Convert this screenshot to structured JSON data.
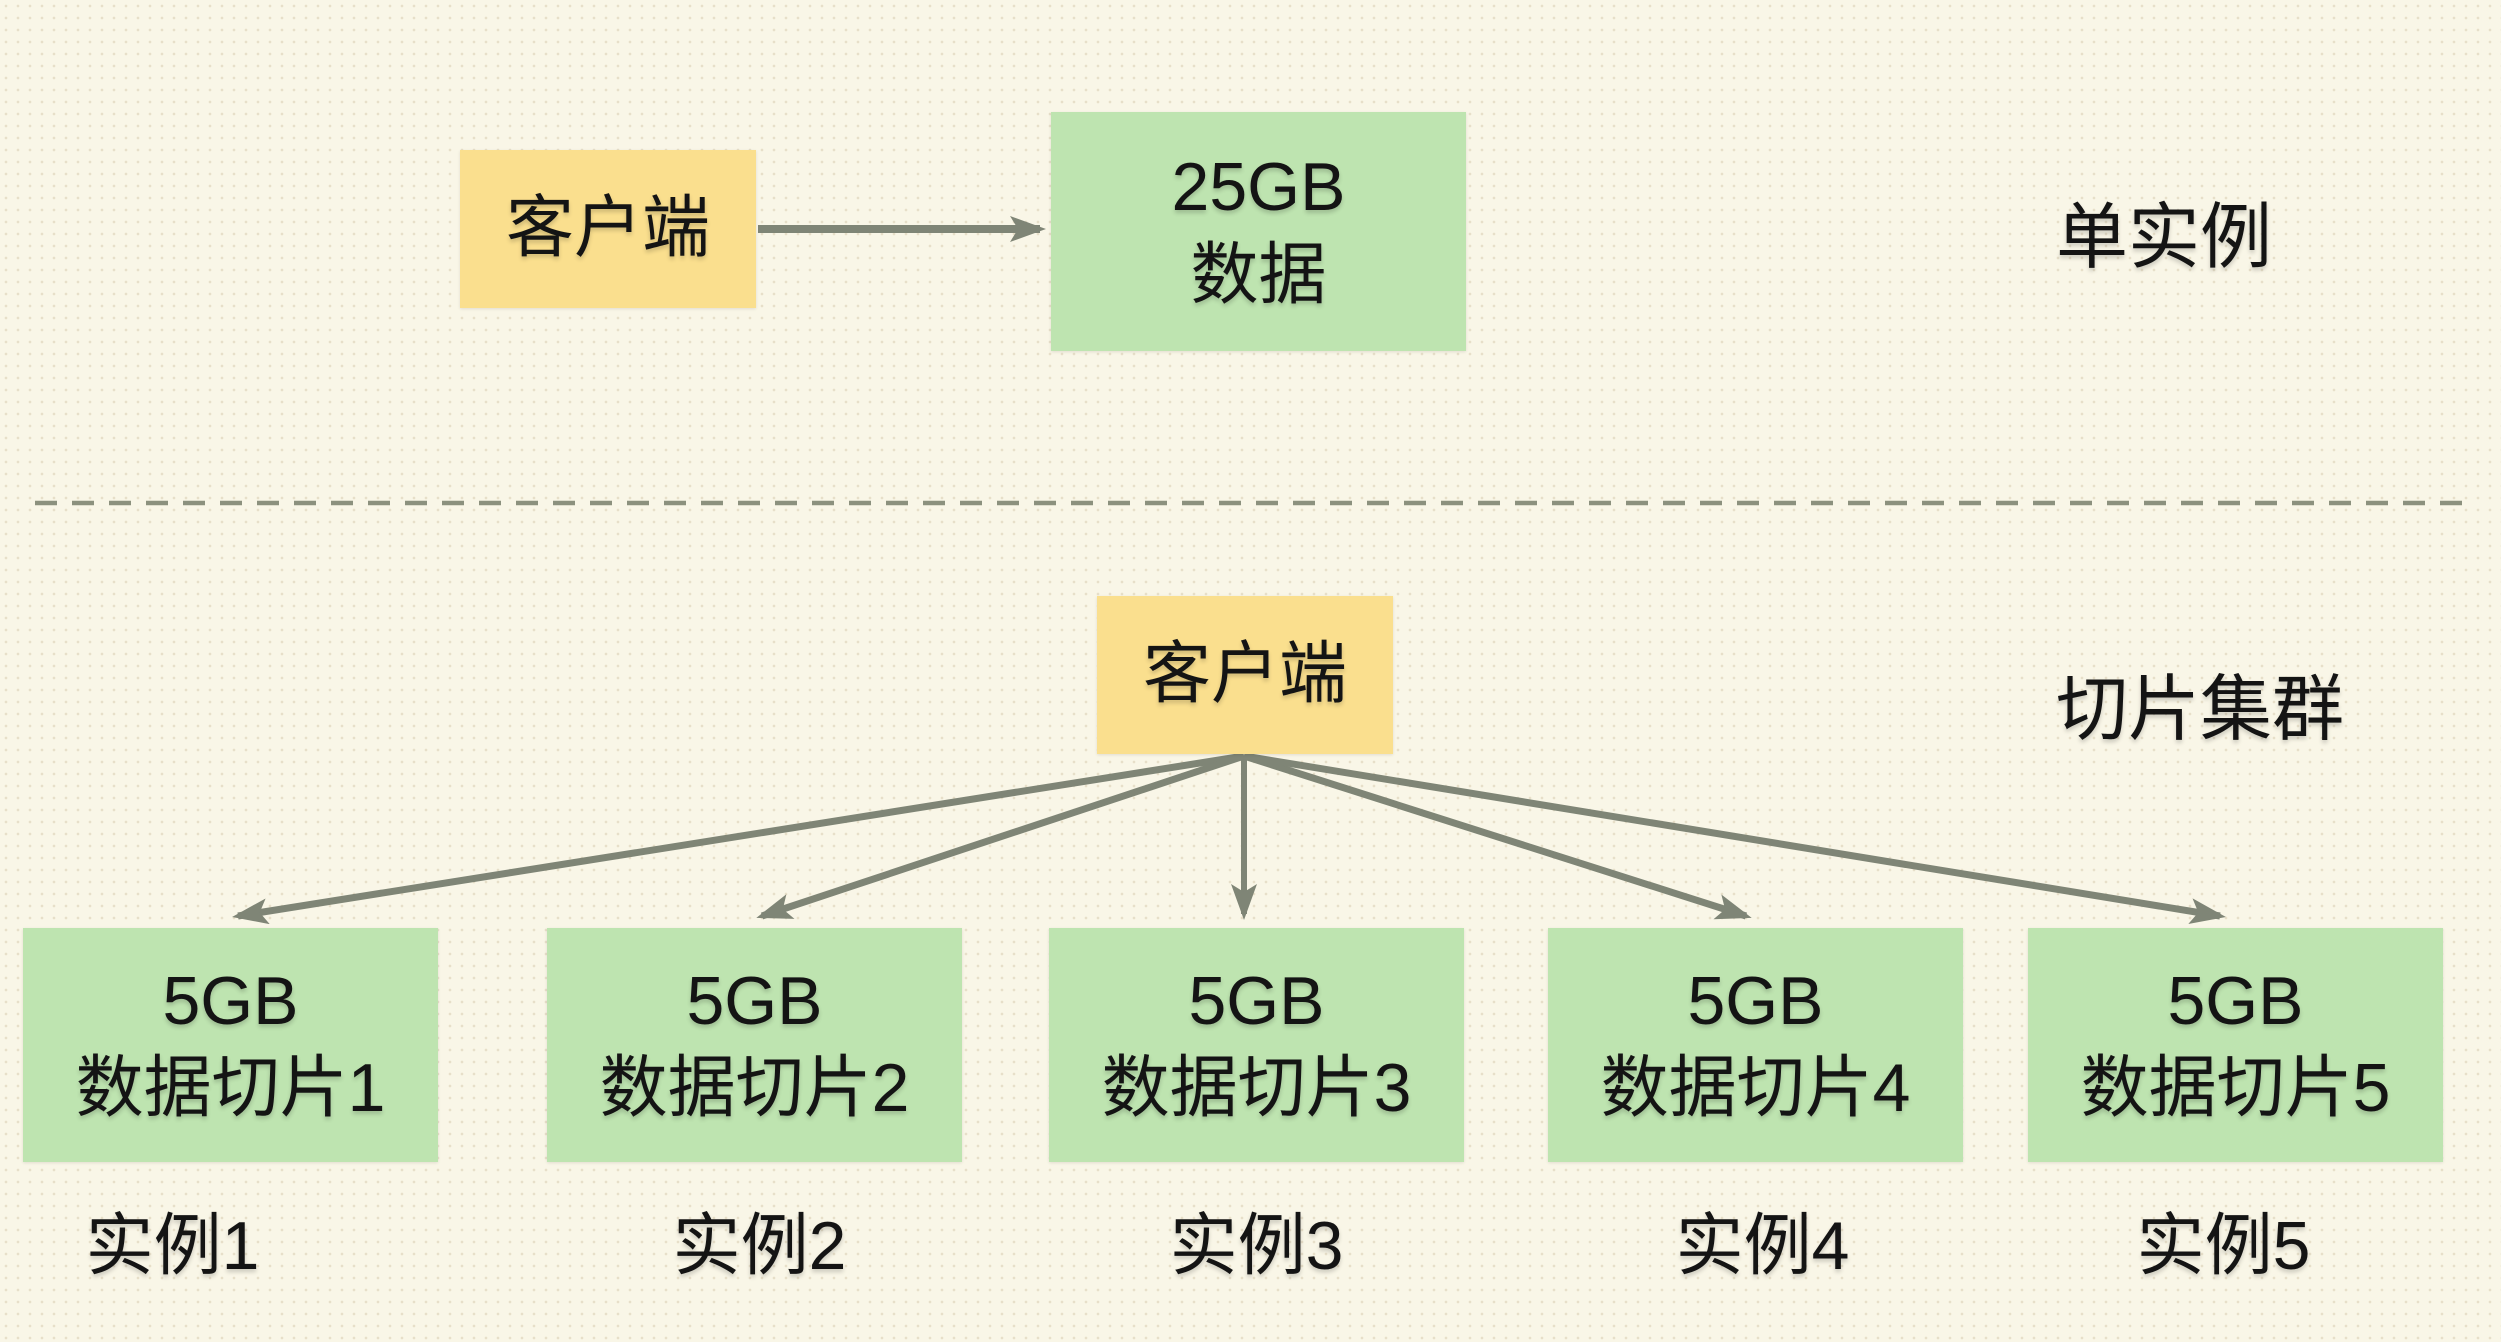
{
  "colors": {
    "background": "#F9F6E7",
    "background-dot": "#E7DFC9",
    "client-box": "#FADF8E",
    "data-box": "#BEE4B0",
    "connector": "#7F8576",
    "divider": "#8C917E",
    "text": "#141414"
  },
  "single_instance": {
    "section_label": "单实例",
    "client_label": "客户端",
    "data_box": {
      "line1": "25GB",
      "line2": "数据"
    }
  },
  "sharded_cluster": {
    "section_label": "切片集群",
    "client_label": "客户端",
    "shards": [
      {
        "line1": "5GB",
        "line2": "数据切片1",
        "instance_label": "实例1"
      },
      {
        "line1": "5GB",
        "line2": "数据切片2",
        "instance_label": "实例2"
      },
      {
        "line1": "5GB",
        "line2": "数据切片3",
        "instance_label": "实例3"
      },
      {
        "line1": "5GB",
        "line2": "数据切片4",
        "instance_label": "实例4"
      },
      {
        "line1": "5GB",
        "line2": "数据切片5",
        "instance_label": "实例5"
      }
    ]
  }
}
